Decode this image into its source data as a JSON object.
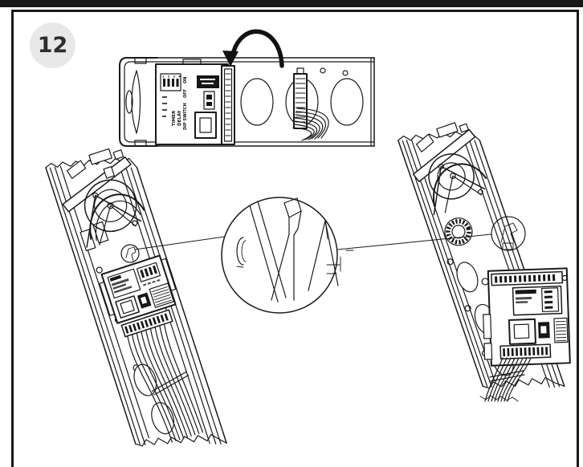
{
  "step_badge": {
    "number": "12"
  },
  "colors": {
    "line": "#1a1a1a",
    "frame": "#181818",
    "badge_bg": "#e8e8e8",
    "paper": "#ffffff"
  },
  "top_board": {
    "dip_numbers": "1 2 3 4",
    "label_timer": "TIMER",
    "label_delay": "DELAY",
    "label_dip_switch": "DIP SWITCH",
    "label_off": "OFF",
    "label_on": "ON"
  }
}
